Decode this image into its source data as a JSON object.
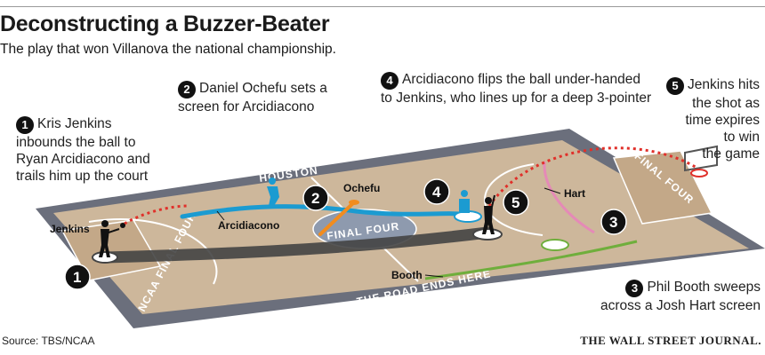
{
  "header": {
    "title": "Deconstructing a Buzzer-Beater",
    "subtitle": "The play that won Villanova the national championship."
  },
  "steps": [
    {
      "num": "1",
      "lines": [
        "Kris Jenkins",
        "inbounds the ball to",
        "Ryan Arcidiacono and",
        "trails him up the court"
      ]
    },
    {
      "num": "2",
      "lines": [
        "Daniel Ochefu sets a",
        "screen for Arcidiacono"
      ]
    },
    {
      "num": "3",
      "lines": [
        "Phil Booth sweeps",
        "across a Josh Hart screen"
      ]
    },
    {
      "num": "4",
      "lines": [
        "Arcidiacono flips the ball under-handed",
        "to Jenkins, who lines up for a deep 3-pointer"
      ]
    },
    {
      "num": "5",
      "lines": [
        "Jenkins hits",
        "the shot as",
        "time expires",
        "to win",
        "the game"
      ]
    }
  ],
  "court": {
    "player_labels": {
      "jenkins": "Jenkins",
      "arcidiacono": "Arcidiacono",
      "ochefu": "Ochefu",
      "hart": "Hart",
      "booth": "Booth"
    },
    "badges": [
      "1",
      "2",
      "3",
      "4",
      "5"
    ],
    "bands": {
      "top": "HOUSTON",
      "bottom": "THE ROAD ENDS HERE",
      "left": "NCAA FINAL FOUR",
      "right": "NCAA FINAL FOUR",
      "center": "FINAL FOUR"
    },
    "colors": {
      "arcidiacono": "#1b9bd1",
      "jenkins": "#444444",
      "ochefu": "#f28c1e",
      "booth": "#6fae3c",
      "hart": "#e58ab7",
      "shot": "#e0302a",
      "floor": "#cdb79b",
      "paint": "#c7ac8e",
      "band": "#6b6f7c"
    }
  },
  "footer": {
    "source": "Source: TBS/NCAA",
    "publisher": "THE WALL STREET JOURNAL."
  }
}
